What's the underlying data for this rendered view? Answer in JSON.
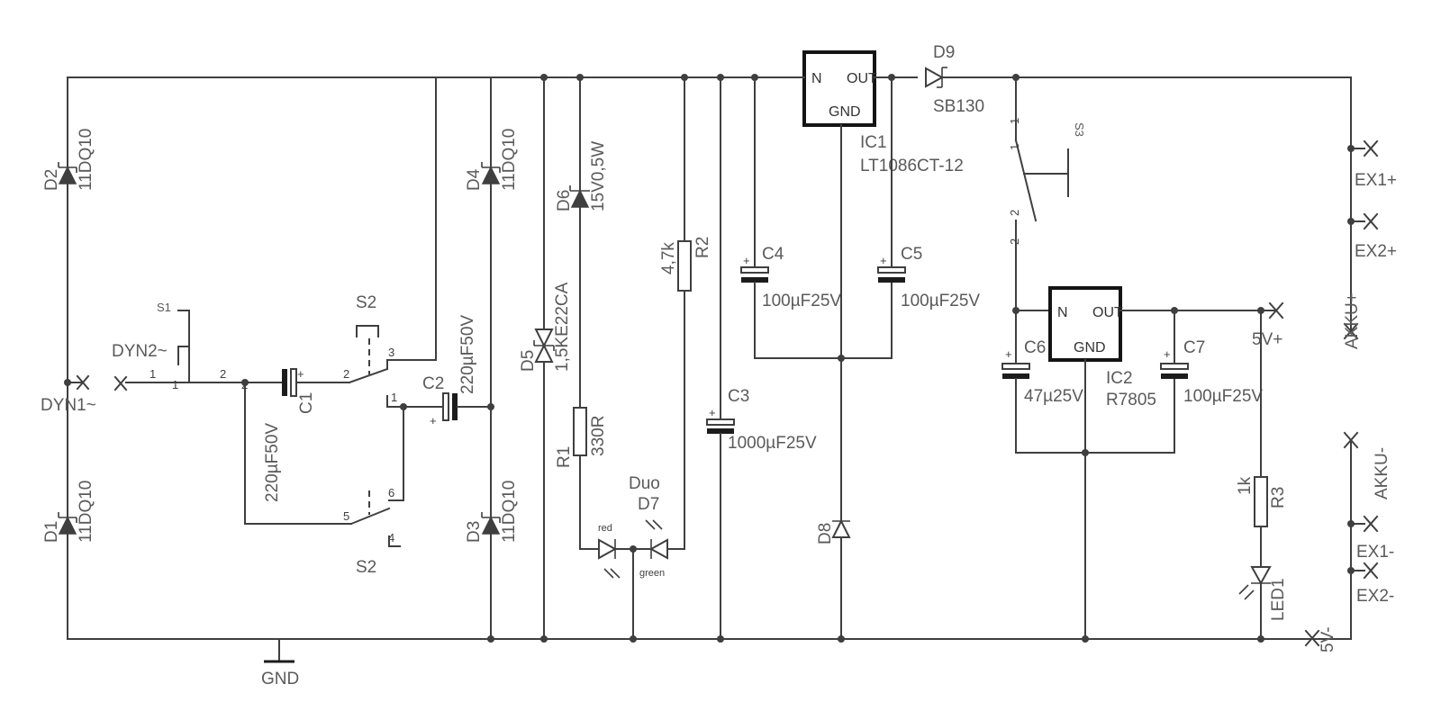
{
  "labels": {
    "d1": {
      "ref": "D1",
      "value": "11DQ10"
    },
    "d2": {
      "ref": "D2",
      "value": "11DQ10"
    },
    "d3": {
      "ref": "D3",
      "value": "11DQ10"
    },
    "d4": {
      "ref": "D4",
      "value": "11DQ10"
    },
    "d5": {
      "ref": "D5",
      "value": "1,5KE22CA"
    },
    "d6": {
      "ref": "D6",
      "value": "15V0,5W"
    },
    "d7": {
      "ref": "D7",
      "value": "Duo",
      "red": "red",
      "green": "green"
    },
    "d8": {
      "ref": "D8"
    },
    "d9": {
      "ref": "D9",
      "value": "SB130"
    },
    "c1": {
      "ref": "C1",
      "value": "220µF50V"
    },
    "c2": {
      "ref": "C2",
      "value": "220µF50V"
    },
    "c3": {
      "ref": "C3",
      "value": "1000µF25V"
    },
    "c4": {
      "ref": "C4",
      "value": "100µF25V"
    },
    "c5": {
      "ref": "C5",
      "value": "100µF25V"
    },
    "c6": {
      "ref": "C6",
      "value": "47µ25V"
    },
    "c7": {
      "ref": "C7",
      "value": "100µF25V"
    },
    "r1": {
      "ref": "R1",
      "value": "330R"
    },
    "r2": {
      "ref": "R2",
      "value": "4,7k"
    },
    "r3": {
      "ref": "R3",
      "value": "1k"
    },
    "led1": {
      "ref": "LED1"
    },
    "ic1": {
      "ref": "IC1",
      "value": "LT1086CT-12",
      "in": "N",
      "out": "OUT",
      "gnd": "GND"
    },
    "ic2": {
      "ref": "IC2",
      "value": "R7805",
      "in": "N",
      "out": "OUT",
      "gnd": "GND"
    },
    "s1": {
      "ref": "S1"
    },
    "s2": {
      "ref": "S2"
    },
    "s3": {
      "ref": "S3"
    },
    "connectors": {
      "dyn1": "DYN1~",
      "dyn2": "DYN2~",
      "gnd": "GND",
      "ex1p": "EX1+",
      "ex2p": "EX2+",
      "akkup": "AKKU+",
      "akkum": "AKKU-",
      "ex1m": "EX1-",
      "ex2m": "EX2-",
      "v5p": "5V+",
      "v5m": "5V-"
    },
    "pins": {
      "p1": "1",
      "p2": "2",
      "p3": "3",
      "p4": "4",
      "p5": "5",
      "p6": "6",
      "plus": "+"
    }
  },
  "colors": {
    "wire": "#3f3f3f",
    "text": "#5a5a5a",
    "background": "#ffffff"
  }
}
